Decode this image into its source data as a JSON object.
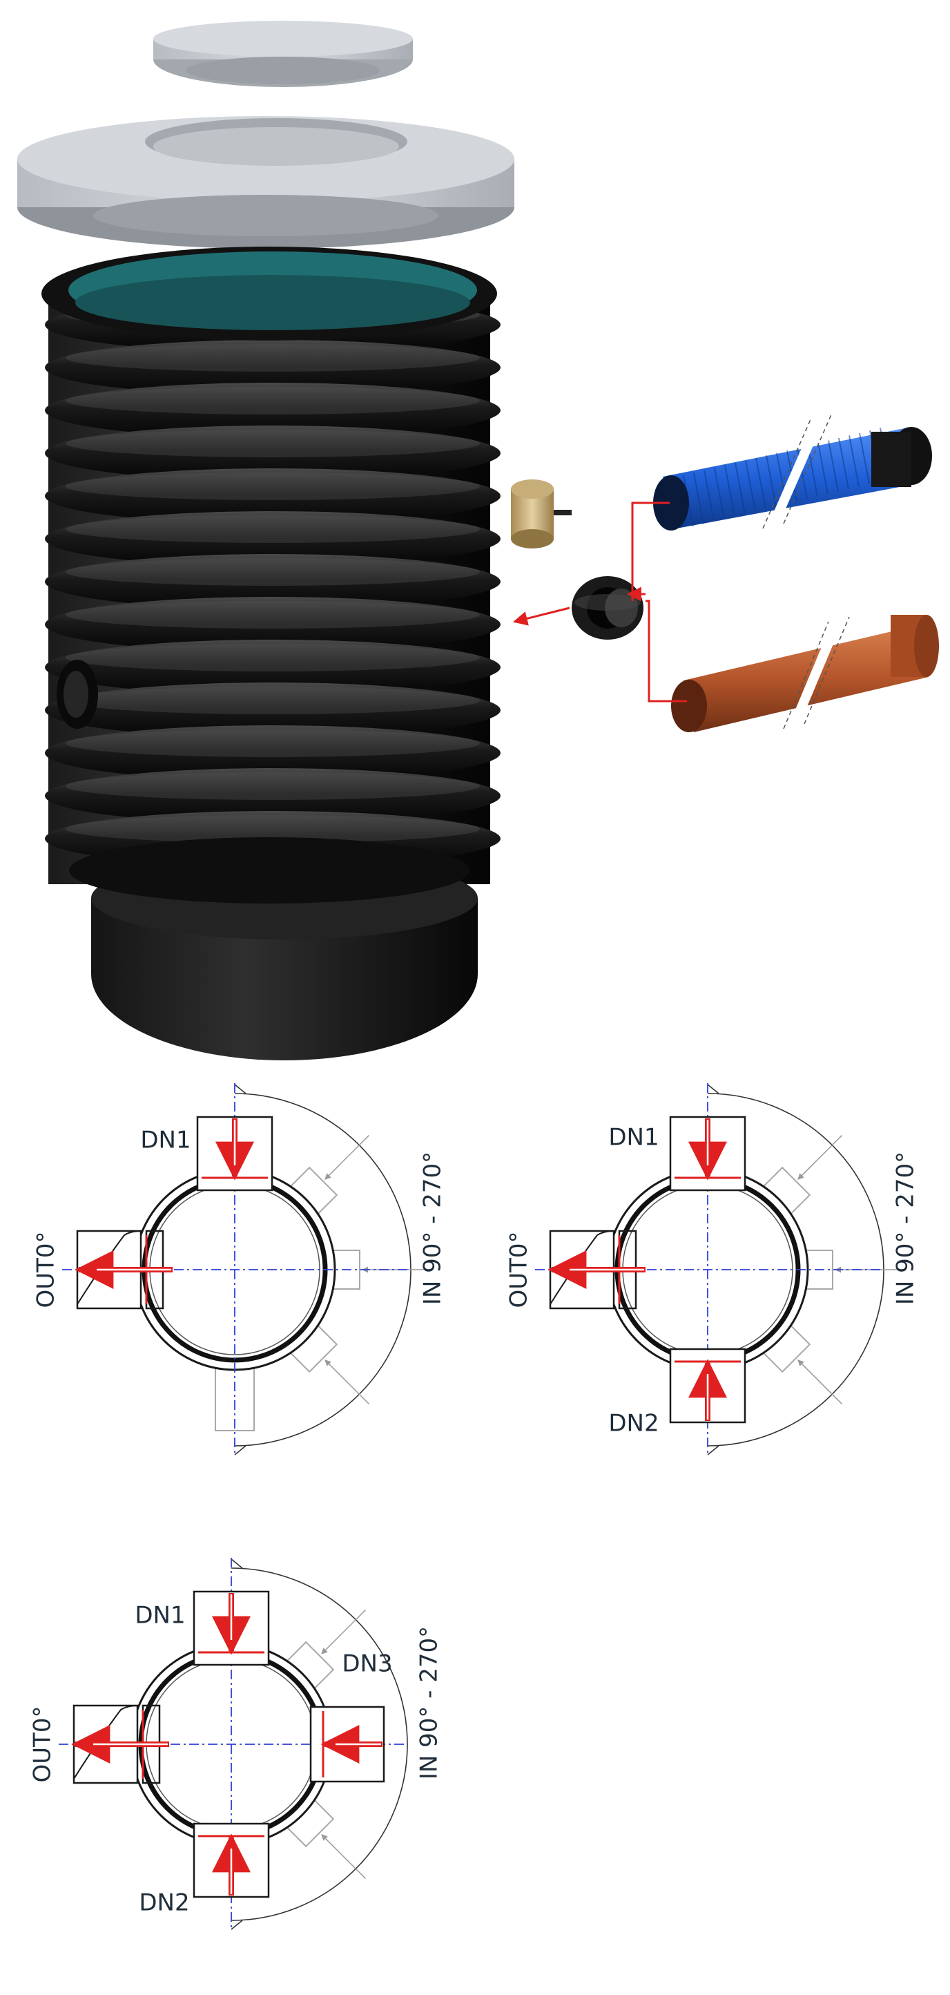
{
  "colors": {
    "manhole_body": "#0d0d0d",
    "manhole_interior": "#1f6f72",
    "concrete": "#c9cdd2",
    "pipe_blue": "#1f5fd6",
    "pipe_orange": "#b4552a",
    "seal_tan": "#d8c08e",
    "flow_arrow": "#e02020",
    "axis_blue": "#2c3fd8",
    "label_text": "#1f2d3a"
  },
  "diagrams": [
    {
      "out_label": "OUT0°",
      "in_label": "IN 90° - 270°",
      "inlets": [
        {
          "label": "DN1"
        }
      ]
    },
    {
      "out_label": "OUT0°",
      "in_label": "IN 90° - 270°",
      "inlets": [
        {
          "label": "DN1"
        },
        {
          "label": "DN2"
        }
      ]
    },
    {
      "out_label": "OUT0°",
      "in_label": "IN 90° - 270°",
      "inlets": [
        {
          "label": "DN1"
        },
        {
          "label": "DN3"
        },
        {
          "label": "DN2"
        }
      ]
    }
  ]
}
